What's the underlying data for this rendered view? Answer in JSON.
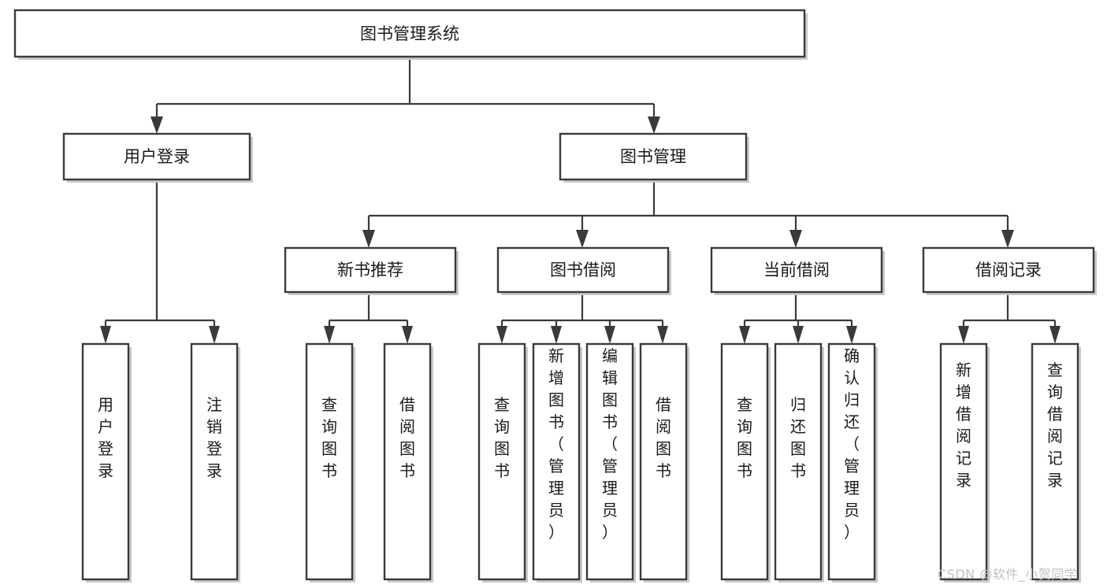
{
  "diagram": {
    "kind": "functional-structure-tree",
    "root": {
      "id": "root",
      "label": "图书管理系统"
    },
    "level2": [
      {
        "id": "user-login",
        "label": "用户登录"
      },
      {
        "id": "book-manage",
        "label": "图书管理"
      }
    ],
    "level3": [
      {
        "id": "new-book-recommend",
        "label": "新书推荐",
        "parent": "book-manage"
      },
      {
        "id": "book-borrow",
        "label": "图书借阅",
        "parent": "book-manage"
      },
      {
        "id": "current-borrow",
        "label": "当前借阅",
        "parent": "book-manage"
      },
      {
        "id": "borrow-record",
        "label": "借阅记录",
        "parent": "book-manage"
      }
    ],
    "leaves": {
      "user_login": [
        {
          "id": "leaf-user-login",
          "label": "用户登录"
        },
        {
          "id": "leaf-logout",
          "label": "注销登录"
        }
      ],
      "new_book_recommend": [
        {
          "id": "leaf-query-book-1",
          "label": "查询图书"
        },
        {
          "id": "leaf-borrow-book-1",
          "label": "借阅图书"
        }
      ],
      "book_borrow": [
        {
          "id": "leaf-query-book-2",
          "label": "查询图书"
        },
        {
          "id": "leaf-add-book",
          "label": "新增图书（管理员）"
        },
        {
          "id": "leaf-edit-book",
          "label": "编辑图书（管理员）"
        },
        {
          "id": "leaf-borrow-book-2",
          "label": "借阅图书"
        }
      ],
      "current_borrow": [
        {
          "id": "leaf-query-book-3",
          "label": "查询图书"
        },
        {
          "id": "leaf-return-book",
          "label": "归还图书"
        },
        {
          "id": "leaf-confirm-return",
          "label": "确认归还（管理员）"
        }
      ],
      "borrow_record": [
        {
          "id": "leaf-add-record",
          "label": "新增借阅记录"
        },
        {
          "id": "leaf-query-record",
          "label": "查询借阅记录"
        }
      ]
    },
    "watermark": "CSDN @软件_小贺同学",
    "colors": {
      "background": "#ffffff",
      "box_fill": "#ffffff",
      "box_stroke": "#3a3a3a",
      "connector": "#3a3a3a",
      "text": "#1a1a1a",
      "watermark": "#c2c2c2",
      "shadow": "#c9c9c9"
    }
  }
}
